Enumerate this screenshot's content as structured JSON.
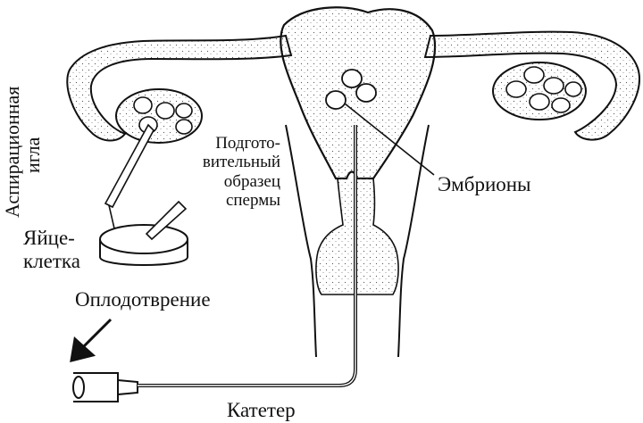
{
  "labels": {
    "aspiration_needle": [
      "Аспирационная",
      "игла"
    ],
    "prepared_sperm": [
      "Подгото-",
      "вительный",
      "образец",
      "спермы"
    ],
    "embryos": "Эмбрионы",
    "egg_cell": [
      "Яйце-",
      "клетка"
    ],
    "fertilization": "Оплодотврение",
    "catheter": "Катетер"
  }
}
